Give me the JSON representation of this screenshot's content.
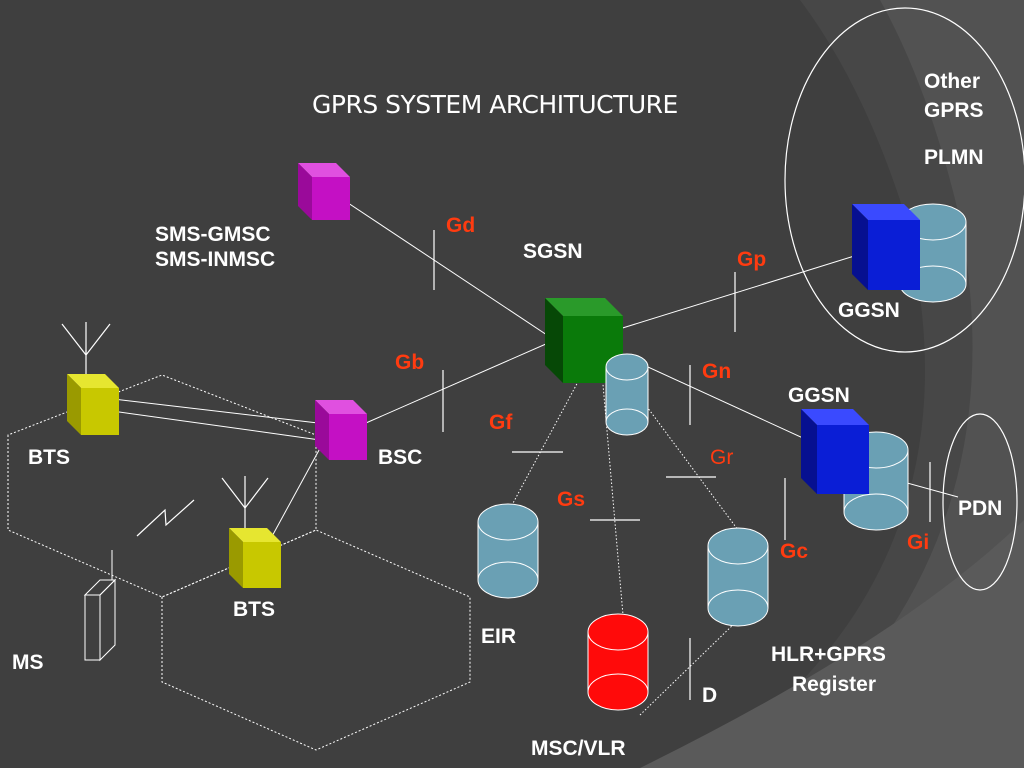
{
  "title": "GPRS SYSTEM ARCHITUCTURE",
  "colors": {
    "background": "#3f3f3f",
    "interface_label": "#ff3b10",
    "sgsn": "#0a7a0a",
    "ggsn": "#0a1ed6",
    "bsc_gmsc": "#c410c4",
    "bts": "#c8c800",
    "database": "#6aa0b4",
    "msc_vlr": "#ff0a0a"
  },
  "nodes": {
    "sms_gmsc": "SMS-GMSC",
    "sms_inmsc": "SMS-INMSC",
    "sgsn": "SGSN",
    "ggsn_top": "GGSN",
    "ggsn_mid": "GGSN",
    "bts_left": "BTS",
    "bts_bottom": "BTS",
    "bsc": "BSC",
    "ms": "MS",
    "eir": "EIR",
    "msc_vlr": "MSC/VLR",
    "hlr_line1": "HLR+GPRS",
    "hlr_line2": "Register",
    "pdn": "PDN",
    "other_line1": "Other",
    "other_line2": "GPRS",
    "other_line3": "PLMN"
  },
  "interfaces": {
    "gd": "Gd",
    "gp": "Gp",
    "gb": "Gb",
    "gn": "Gn",
    "gf": "Gf",
    "gr": "Gr",
    "gs": "Gs",
    "gc": "Gc",
    "gi": "Gi",
    "d": "D"
  }
}
